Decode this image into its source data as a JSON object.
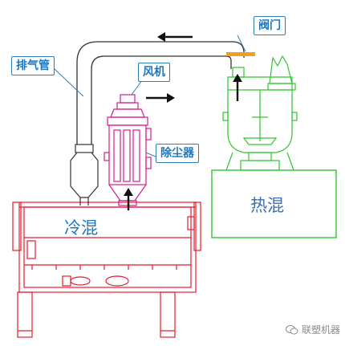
{
  "labels": {
    "valve": "阀门",
    "exhaust_pipe": "排气管",
    "fan": "风机",
    "dust_collector": "除尘器",
    "cold_mixer": "冷混",
    "hot_mixer": "热混"
  },
  "watermark": {
    "text": "联塑机器",
    "icon": "wechat-icon"
  },
  "colors": {
    "cold_mixer": "#e8192c",
    "dust_collector": "#d81b8c",
    "hot_mixer": "#2fc62f",
    "pipe": "#333333",
    "valve": "#f0a020",
    "callout_border": "#2c7fb8",
    "callout_text": "#1a78c2",
    "arrow": "#111111"
  }
}
